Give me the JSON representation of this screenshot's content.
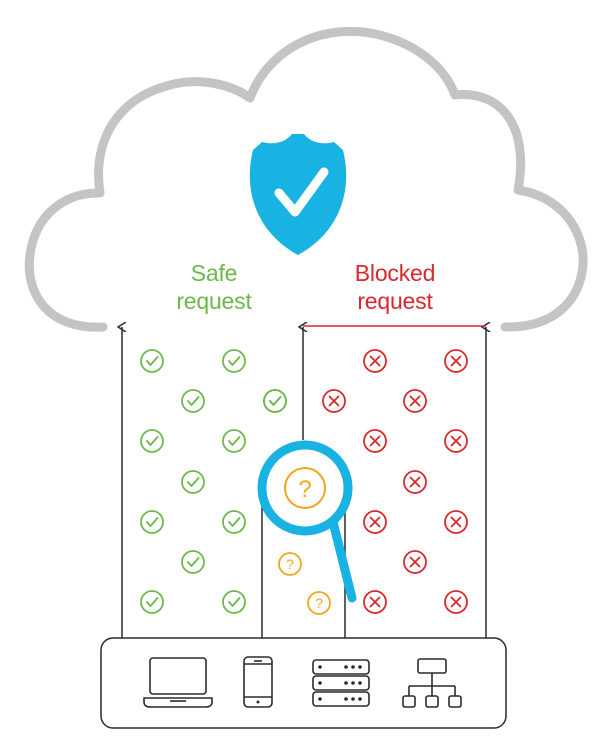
{
  "labels": {
    "safe_line1": "Safe",
    "safe_line2": "request",
    "blocked_line1": "Blocked",
    "blocked_line2": "request"
  },
  "icons": {
    "cloud": "cloud-icon",
    "shield": "shield-check-icon",
    "safe_marker": "check-circle-icon",
    "blocked_marker": "x-circle-icon",
    "unknown_marker": "question-circle-icon",
    "inspector": "magnifier-icon",
    "devices": [
      "laptop-icon",
      "smartphone-icon",
      "server-icon",
      "network-icon"
    ]
  },
  "counts": {
    "safe_requests": 14,
    "blocked_requests": 14,
    "unknown_requests": 3
  },
  "colors": {
    "safe": "#6cb84a",
    "blocked": "#d8272d",
    "unknown": "#f3a51c",
    "shield": "#18b2e3",
    "cloud": "#c4c4c4",
    "line": "#2b2b2b"
  }
}
